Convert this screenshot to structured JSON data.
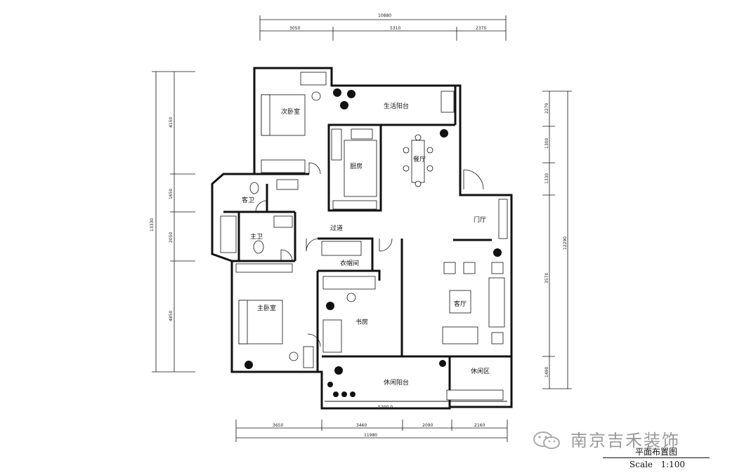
{
  "dimensions": {
    "top_total": "10880",
    "top_segments": [
      "3050",
      "5310",
      "2370"
    ],
    "bottom_total": "11980",
    "bottom_segments": [
      "3650",
      "3460",
      "2090",
      "2160"
    ],
    "left_total": "13330",
    "left_segments": [
      "4150",
      "1650",
      "2050",
      "4850"
    ],
    "right_total": "12290",
    "right_segments": [
      "2270",
      "1300",
      "1330",
      "3570",
      "1490"
    ],
    "balcony_width": "5200.0"
  },
  "rooms": {
    "secondary_bedroom": "次卧室",
    "living_balcony": "生活阳台",
    "kitchen": "厨房",
    "dining": "餐厅",
    "guest_bath": "客卫",
    "master_bath": "主卫",
    "corridor": "过道",
    "foyer": "门厅",
    "wardrobe": "衣帽间",
    "master_bedroom": "主卧室",
    "study": "书房",
    "living_room": "客厅",
    "leisure_balcony": "休闲阳台",
    "leisure_area": "休闲区"
  },
  "watermark": {
    "text": "南京吉禾装饰",
    "icon": "wechat-icon"
  },
  "caption": {
    "title": "平面布置图",
    "scale": "Scale   1:100"
  }
}
